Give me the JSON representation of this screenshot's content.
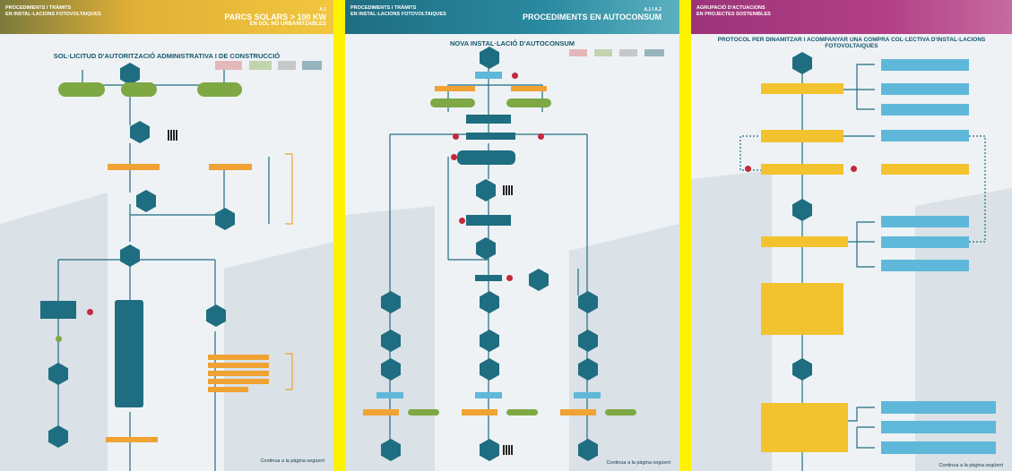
{
  "panels": [
    {
      "header_left": "PROCEDIMENTS I TRÀMITS\nEN INSTAL·LACIONS FOTOVOLTAIQUES",
      "header_right_1": "A.1",
      "header_right_2": "PARCS SOLARS > 100 KW",
      "header_right_3": "EN SÒL NO URBANITZABLES",
      "title": "SOL·LICITUD D'AUTORITZACIÓ ADMINISTRATIVA I DE CONSTRUCCIÓ",
      "footer": "Continua a la pàgina següent"
    },
    {
      "header_left": "PROCEDIMENTS I TRÀMITS\nEN INSTAL·LACIONS FOTOVOLTAIQUES",
      "header_right_1": "A.1 i A.2",
      "header_right_2": "PROCEDIMENTS EN AUTOCONSUM",
      "title": "NOVA INSTAL·LACIÓ D'AUTOCONSUM",
      "footer": "Continua a la pàgina següent"
    },
    {
      "header_left": "AGRUPACIÓ D'ACTUACIONS\nEN PROJECTES SOSTENIBLES",
      "title": "PROTOCOL PER DINAMITZAR I ACOMPANYAR UNA COMPRA COL·LECTIVA D'INSTAL·LACIONS FOTOVOLTAIQUES",
      "footer": "Continua a la pàgina següent"
    }
  ],
  "colors": {
    "teal": "#1f6d80",
    "green": "#7ea844",
    "orange": "#f0a233",
    "yellow_border": "#fff200",
    "header1": "#d9a83a",
    "header2": "#1f6d80",
    "header3": "#b23f86",
    "yellow_box": "#f3c22f",
    "light_blue": "#5fb8d9"
  }
}
